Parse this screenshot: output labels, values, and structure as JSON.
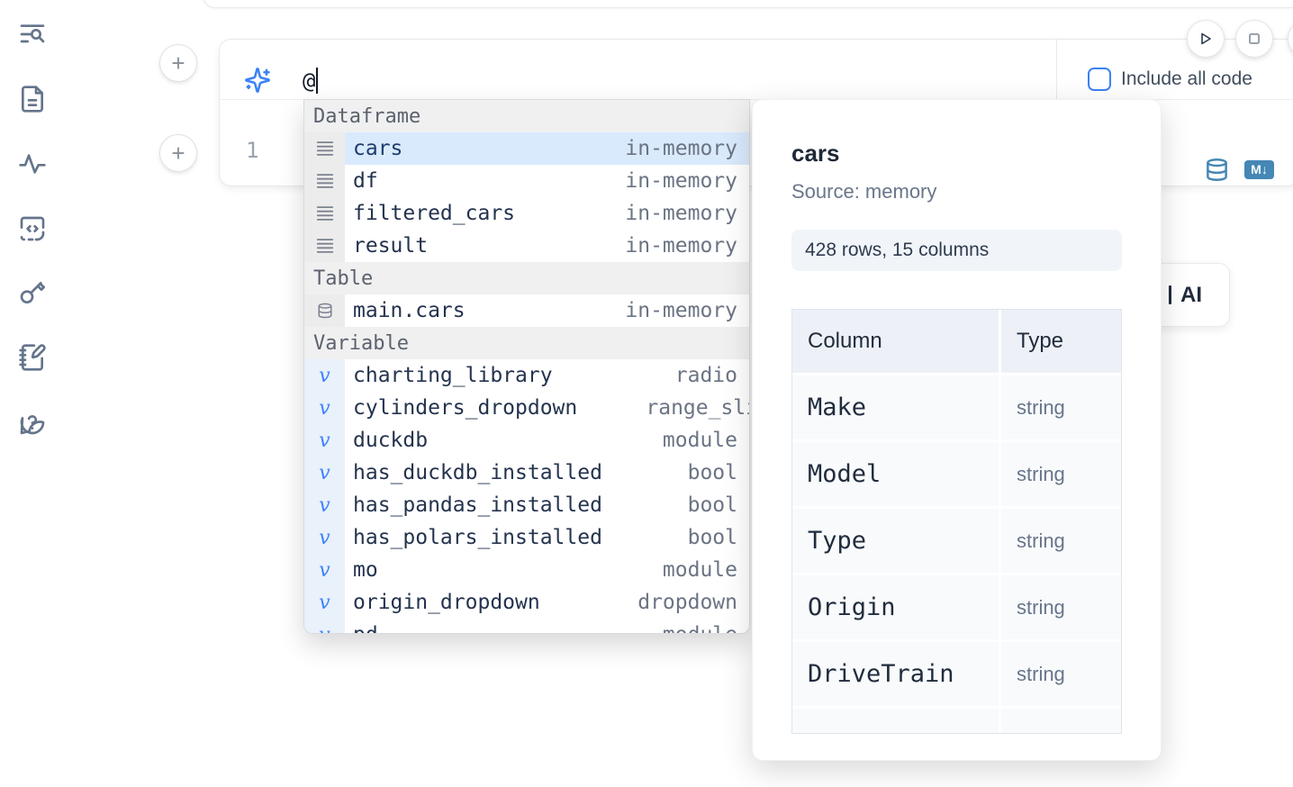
{
  "sidebar": {
    "icons": [
      "list-search-icon",
      "file-text-icon",
      "activity-icon",
      "snippets-icon",
      "key-icon",
      "notebook-pen-icon",
      "help-icon"
    ]
  },
  "cell": {
    "add_button_label": "+",
    "query_value": "@",
    "include_all_code_label": "Include all code",
    "line_number": "1"
  },
  "ai_button": {
    "visible_text": "AI"
  },
  "autocomplete": {
    "selected_item": "cars",
    "sections": [
      {
        "label": "Dataframe",
        "items": [
          {
            "name": "cars",
            "type": "in-memory"
          },
          {
            "name": "df",
            "type": "in-memory"
          },
          {
            "name": "filtered_cars",
            "type": "in-memory"
          },
          {
            "name": "result",
            "type": "in-memory"
          }
        ]
      },
      {
        "label": "Table",
        "items": [
          {
            "name": "main.cars",
            "type": "in-memory"
          }
        ]
      },
      {
        "label": "Variable",
        "items": [
          {
            "name": "charting_library",
            "type": "radio"
          },
          {
            "name": "cylinders_dropdown",
            "type": "range_sli"
          },
          {
            "name": "duckdb",
            "type": "module"
          },
          {
            "name": "has_duckdb_installed",
            "type": "bool"
          },
          {
            "name": "has_pandas_installed",
            "type": "bool"
          },
          {
            "name": "has_polars_installed",
            "type": "bool"
          },
          {
            "name": "mo",
            "type": "module"
          },
          {
            "name": "origin_dropdown",
            "type": "dropdown"
          },
          {
            "name": "pd",
            "type": "module"
          }
        ]
      }
    ]
  },
  "preview": {
    "title": "cars",
    "source_label": "Source: memory",
    "shape_badge": "428 rows, 15 columns",
    "table": {
      "col_header": "Column",
      "type_header": "Type",
      "rows": [
        {
          "column": "Make",
          "type": "string"
        },
        {
          "column": "Model",
          "type": "string"
        },
        {
          "column": "Type",
          "type": "string"
        },
        {
          "column": "Origin",
          "type": "string"
        },
        {
          "column": "DriveTrain",
          "type": "string"
        }
      ]
    }
  },
  "colors": {
    "accent_blue": "#3b82f6",
    "steel_blue": "#4587b5",
    "selected_row": "#d9eafc",
    "icon_slate": "#64748b"
  }
}
